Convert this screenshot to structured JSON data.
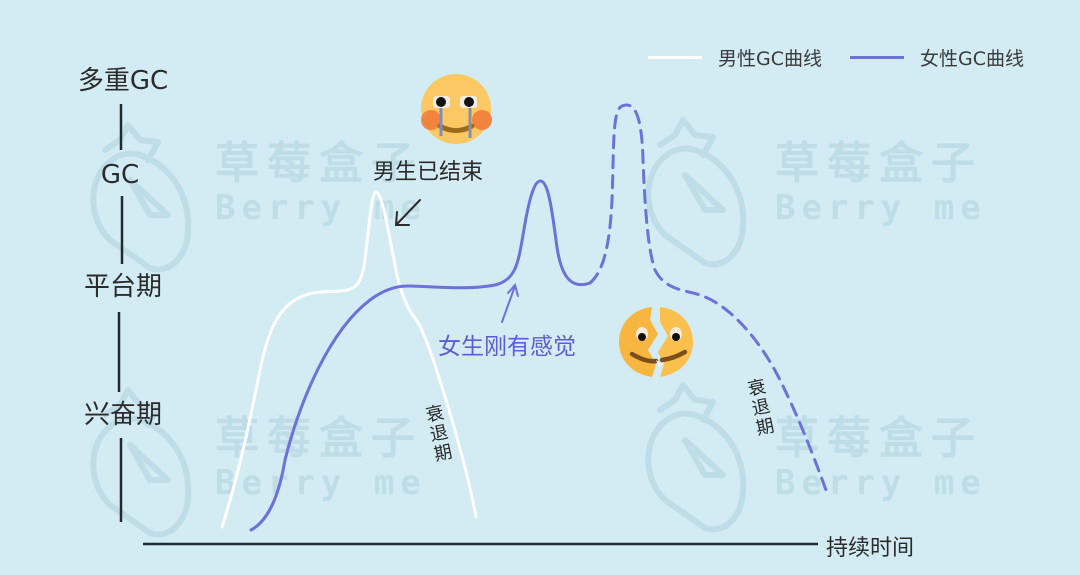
{
  "watermark": {
    "cn": "草莓盒子",
    "en": "Berry me",
    "color": "#bfdde6",
    "icon": "strawberry-icon"
  },
  "legend": {
    "male": {
      "label": "男性GC曲线",
      "color": "#ffffff"
    },
    "female": {
      "label": "女性GC曲线",
      "color": "#6b72d8"
    }
  },
  "y_axis": {
    "levels": [
      "多重GC",
      "GC",
      "平台期",
      "兴奋期"
    ]
  },
  "x_axis": {
    "label": "持续时间"
  },
  "annotations": {
    "male_done": "男生已结束",
    "female_starting": "女生刚有感觉",
    "male_resolution": "衰退期",
    "female_resolution": "衰退期"
  },
  "emojis": {
    "crying": "crying-face-icon",
    "broken": "broken-face-icon"
  },
  "colors": {
    "background": "#d3ebf3",
    "male_curve": "#ffffff",
    "female_curve": "#6b72d8",
    "axis": "#1f2a33",
    "text": "#2b2b2b",
    "female_text": "#5b5fd2"
  },
  "chart_data": {
    "type": "line",
    "title": "",
    "xlabel": "持续时间",
    "ylabel": "",
    "y_categories": [
      "兴奋期",
      "平台期",
      "GC",
      "多重GC"
    ],
    "series": [
      {
        "name": "男性GC曲线",
        "color": "#ffffff",
        "style": "solid",
        "phases": [
          "兴奋期",
          "平台期",
          "GC",
          "衰退期"
        ],
        "description": "Rises fast to plateau, spikes to GC, then quickly falls (衰退期)"
      },
      {
        "name": "女性GC曲线",
        "color": "#6b72d8",
        "style": "solid then dashed",
        "phases": [
          "兴奋期",
          "平台期",
          "GC",
          "多重GC (dashed)",
          "衰退期 (dashed)"
        ],
        "description": "Rises slowly, reaches plateau after male peak, peaks at GC, optional multiple GC (dashed), slower decline"
      }
    ],
    "annotations": [
      "男生已结束",
      "女生刚有感觉",
      "衰退期",
      "衰退期"
    ],
    "legend_position": "top-right",
    "grid": false
  }
}
